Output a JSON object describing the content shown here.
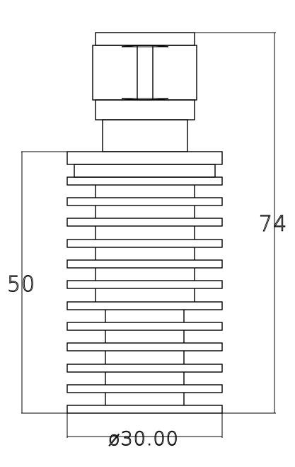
{
  "dimensions": {
    "overall_height": "74",
    "body_height": "50",
    "diameter": "ø30.00"
  }
}
